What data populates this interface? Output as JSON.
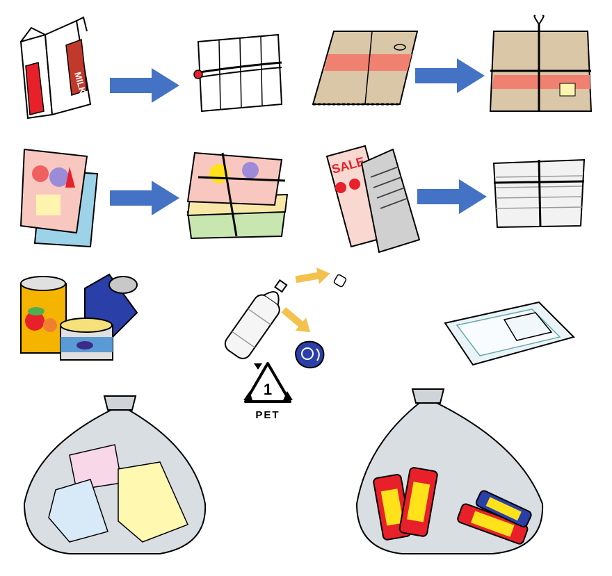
{
  "labels": {
    "milk_text": "MILK",
    "sale_text": "SALE",
    "pet_number": "1",
    "pet_text": "PET"
  },
  "colors": {
    "arrow_blue": "#4472C4",
    "arrow_yellow": "#F2C14E",
    "cardboard": "#D9C7A8",
    "cardboard_stripe": "#F08070",
    "bag": "#D9DEE3",
    "can_blue": "#2B3FA8",
    "battery_red": "#E8202A",
    "battery_yellow": "#FFE21A"
  },
  "icons": [
    "milk-carton-open-icon",
    "milk-cartons-bundled-icon",
    "cardboard-flat-icon",
    "cardboard-box-tied-icon",
    "magazines-icon",
    "magazines-bundled-icon",
    "newspapers-flyers-icon",
    "newspapers-bundled-icon",
    "food-cans-icon",
    "pet-bottle-icon",
    "bottle-cap-icon",
    "bottle-label-icon",
    "pet-recycling-symbol-icon",
    "plastic-food-tray-icon",
    "clothes-in-bag-icon",
    "batteries-in-bag-icon"
  ]
}
